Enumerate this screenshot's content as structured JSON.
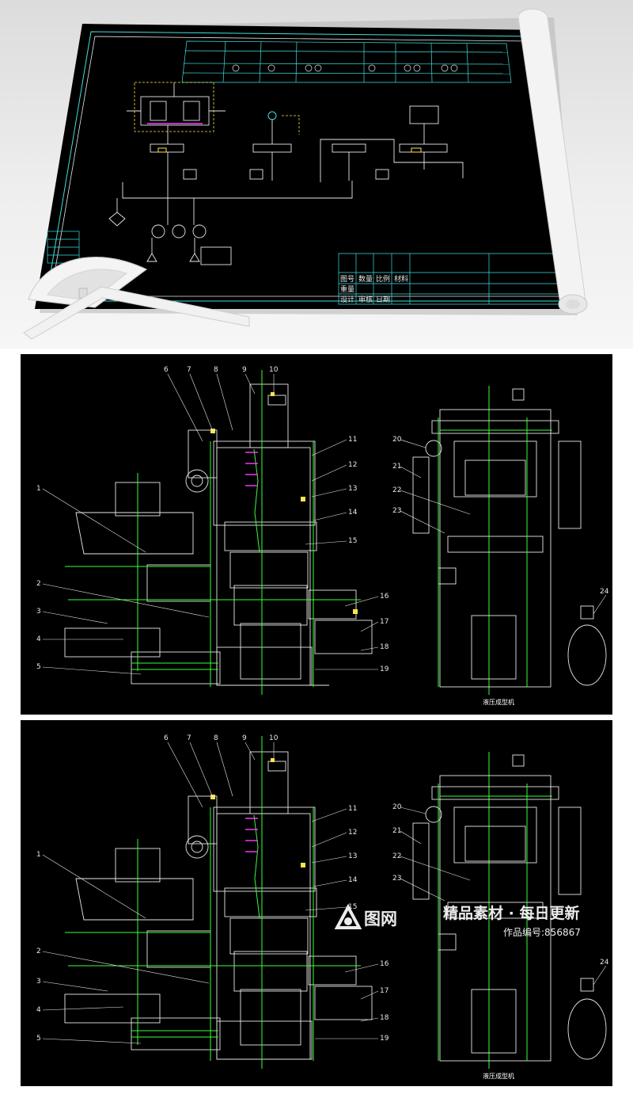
{
  "sheet_top": {
    "title_block_cells": [
      "图号",
      "数量",
      "比例",
      "材料",
      "重量",
      "设计",
      "审核",
      "日期"
    ]
  },
  "drawing_mid": {
    "callouts_left": [
      "1",
      "2",
      "3",
      "4",
      "5"
    ],
    "callouts_top": [
      "6",
      "7",
      "8",
      "9",
      "10"
    ],
    "callouts_right": [
      "11",
      "12",
      "13",
      "14",
      "15",
      "16",
      "17",
      "18",
      "19"
    ],
    "callouts_side": [
      "20",
      "21",
      "22",
      "23",
      "24"
    ],
    "caption": "液压成型机"
  },
  "drawing_bot": {
    "callouts_left": [
      "1",
      "2",
      "3",
      "4",
      "5"
    ],
    "callouts_top": [
      "6",
      "7",
      "8",
      "9",
      "10"
    ],
    "callouts_right": [
      "11",
      "12",
      "13",
      "14",
      "15",
      "16",
      "17",
      "18",
      "19"
    ],
    "callouts_side": [
      "20",
      "21",
      "22",
      "23",
      "24"
    ],
    "caption": "液压成型机"
  },
  "watermark": {
    "brand": "图网",
    "slogan": "精品素材 · 每日更新",
    "id_text": "作品编号:856867"
  },
  "colors": {
    "line_green": "#39ff39",
    "line_white": "#e8e8e8",
    "line_cyan": "#3de0e0",
    "line_yellow": "#ffe34d",
    "line_magenta": "#ff3cff"
  }
}
